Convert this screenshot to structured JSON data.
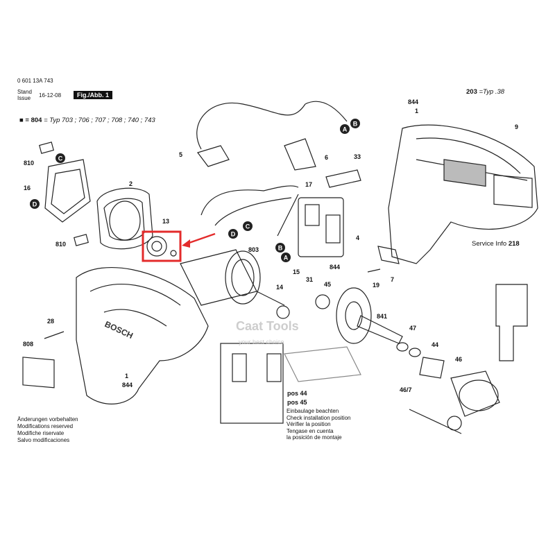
{
  "header": {
    "doc_number": "0 601 13A 743",
    "stand": "Stand",
    "issue": "Issue",
    "date": "16-12-08",
    "fig": "Fig./Abb. 1"
  },
  "typ_note": {
    "ref": "■ = 804",
    "text": "= Typ 703 ; 706 ; 707 ; 708 ; 740 ; 743"
  },
  "typ38": {
    "prefix": "203",
    "text": "=Typ .38"
  },
  "service_info": {
    "label": "Service Info",
    "number": "218"
  },
  "watermark": {
    "brand": "Caat Tools",
    "slogan": "your best choice"
  },
  "install_note": {
    "pos44": "pos 44",
    "pos45": "pos 45",
    "lines": [
      "Einbaulage beachten",
      "Check installation position",
      "Vérifier la position",
      "Tengase en cuenta",
      "la posición de montaje"
    ]
  },
  "notes": [
    "Änderungen vorbehalten",
    "Modifications reserved",
    "Modifiche riservate",
    "Salvo modificaciones"
  ],
  "part_numbers": {
    "p810a": "810",
    "p16": "16",
    "p810b": "810",
    "p2": "2",
    "p13": "13",
    "p5": "5",
    "p6": "6",
    "p17": "17",
    "p33": "33",
    "p4": "4",
    "p844top": "844",
    "p1top": "1",
    "p9": "9",
    "p803": "803",
    "p14": "14",
    "p15": "15",
    "p31": "31",
    "p45": "45",
    "p844mid": "844",
    "p19": "19",
    "p7": "7",
    "p841": "841",
    "p47": "47",
    "p44": "44",
    "p46": "46",
    "p467": "46/7",
    "p28": "28",
    "p808": "808",
    "p1bot": "1",
    "p844bot": "844"
  },
  "callouts": [
    "A",
    "B",
    "C",
    "D"
  ],
  "brand_on_tool": "BOSCH",
  "highlight_color": "#e32b2b"
}
